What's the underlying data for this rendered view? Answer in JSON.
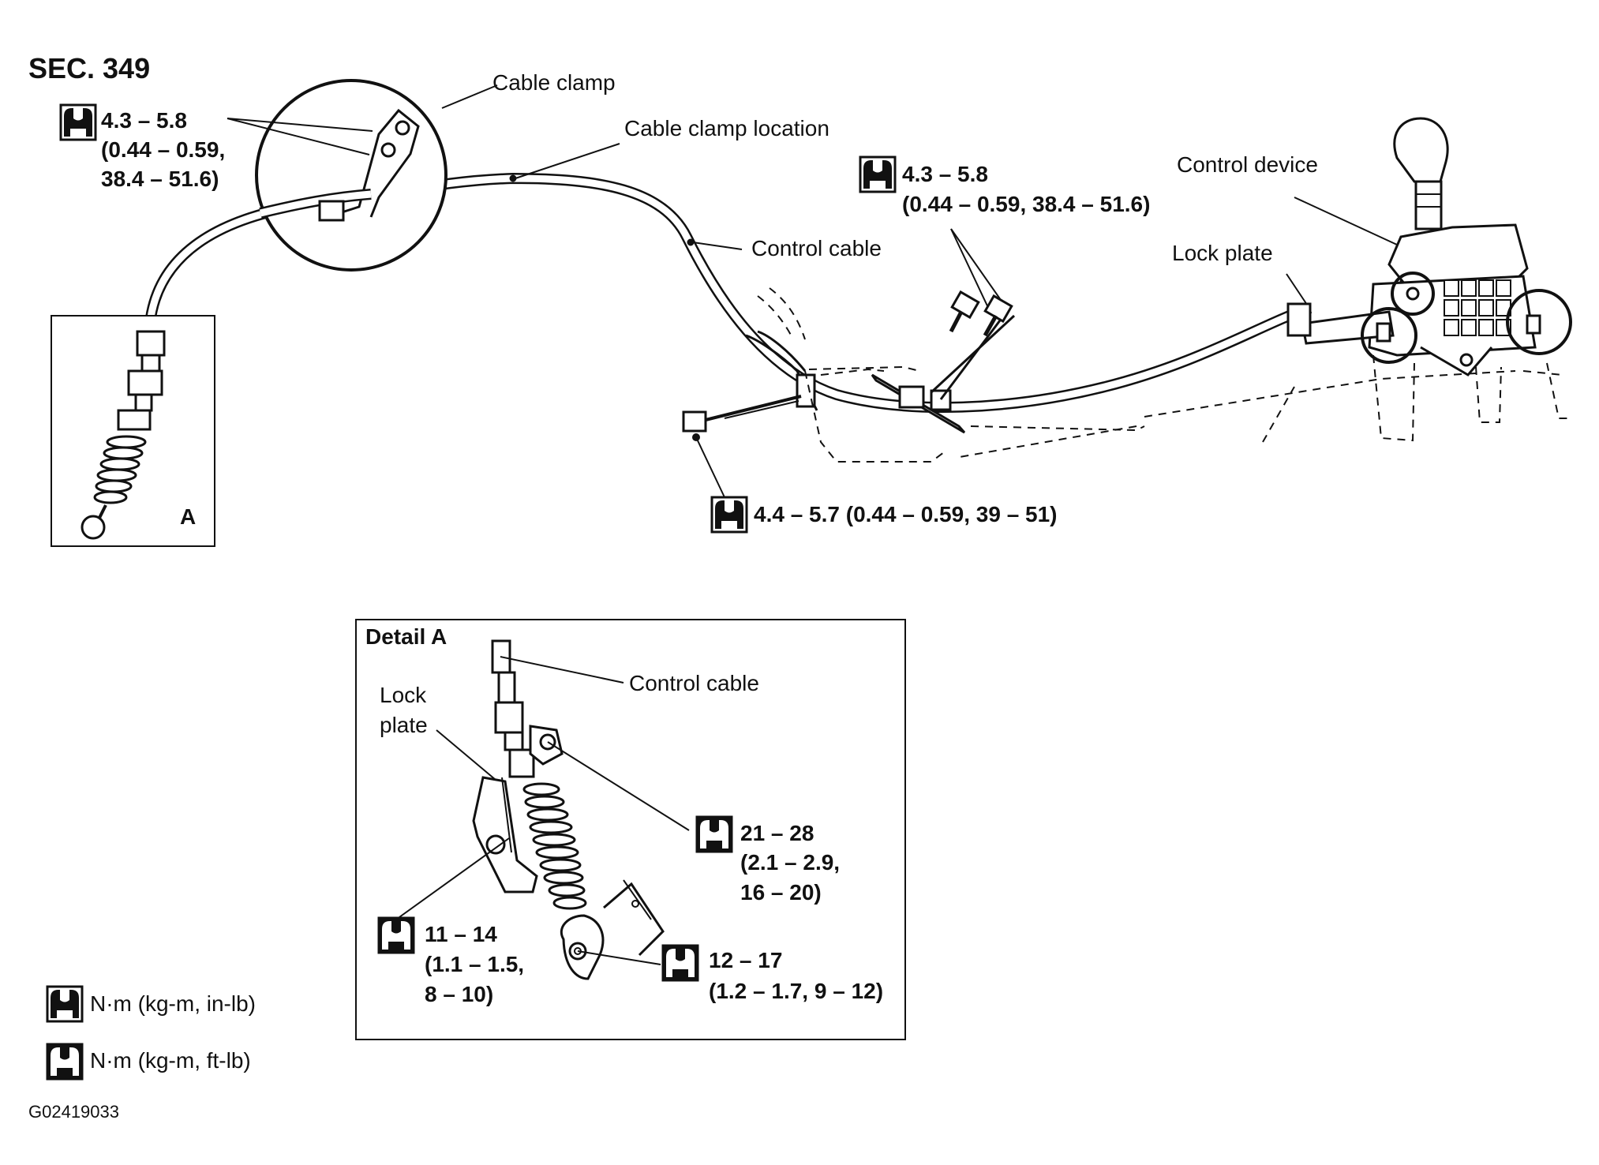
{
  "section": "SEC. 349",
  "figure_id": "G02419033",
  "labels": {
    "cable_clamp": "Cable clamp",
    "cable_clamp_location": "Cable clamp location",
    "control_cable": "Control cable",
    "control_device": "Control device",
    "lock_plate": "Lock plate",
    "view_a": "A",
    "detail_a": "Detail A",
    "detail_control_cable": "Control cable",
    "detail_lock_plate_line1": "Lock",
    "detail_lock_plate_line2": "plate"
  },
  "torques": {
    "clamp": [
      "4.3 – 5.8",
      "(0.44 – 0.59,",
      "38.4 – 51.6)"
    ],
    "device": [
      "4.3 – 5.8",
      "(0.44 – 0.59, 38.4 – 51.6)"
    ],
    "bracket": "4.4 – 5.7 (0.44 – 0.59, 39 – 51)",
    "detail_21": [
      "21 – 28",
      "(2.1 – 2.9,",
      "16 – 20)"
    ],
    "detail_11": [
      "11 – 14",
      "(1.1 – 1.5,",
      "8 – 10)"
    ],
    "detail_12": [
      "12 – 17",
      "(1.2 – 1.7, 9 – 12)"
    ]
  },
  "legend": {
    "inlb": "N·m (kg-m, in-lb)",
    "ftlb": "N·m (kg-m, ft-lb)"
  },
  "icons": {
    "filled": "torque-wrench-inlb-icon",
    "outline": "torque-wrench-ftlb-icon"
  },
  "colors": {
    "ink": "#111111",
    "paper": "#ffffff"
  }
}
